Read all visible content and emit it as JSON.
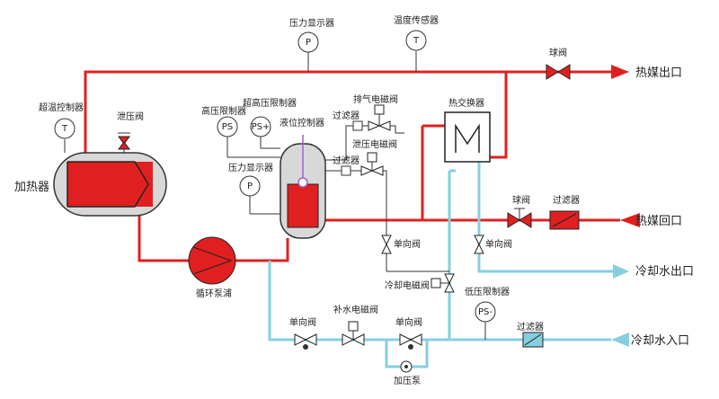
{
  "colors": {
    "hot": "#e02020",
    "cold": "#86cfe0",
    "line": "#333333"
  },
  "labels": {
    "pressure_gauge_top": "压力显示器",
    "temp_sensor": "温度传感器",
    "ball_valve_top": "球阀",
    "heat_out": "热媒出口",
    "overheat_ctrl": "超温控制器",
    "relief_valve": "泄压阀",
    "heater": "加热器",
    "high_p_limit": "高压限制器",
    "super_high_p_limit": "超高压限制器",
    "level_ctrl": "液位控制器",
    "filter_exhaust": "过滤器",
    "exhaust_solenoid": "排气电磁阀",
    "filter_pressure": "过滤器",
    "pressure_solenoid": "泄压电磁阀",
    "pressure_gauge_tank": "压力显示器",
    "heat_exchanger": "热交换器",
    "ball_valve_return": "球阀",
    "filter_return": "过滤器",
    "heat_return": "热媒回口",
    "check_valve_1": "单向阀",
    "check_valve_2": "单向阀",
    "cooling_out": "冷却水出口",
    "circ_pump": "循环泵浦",
    "cooling_solenoid": "冷却电磁阀",
    "low_p_limit": "低压限制器",
    "check_valve_left": "单向阀",
    "fill_solenoid": "补水电磁阀",
    "check_valve_boost": "单向阀",
    "filter_cooling_in": "过滤器",
    "cooling_in": "冷却水入口",
    "boost_pump": "加压泵"
  },
  "symbols": {
    "pressure": "P",
    "temperature": "T",
    "pressure_switch": "PS",
    "pressure_switch_plus": "PS+",
    "pressure_switch_minus": "PS-"
  }
}
